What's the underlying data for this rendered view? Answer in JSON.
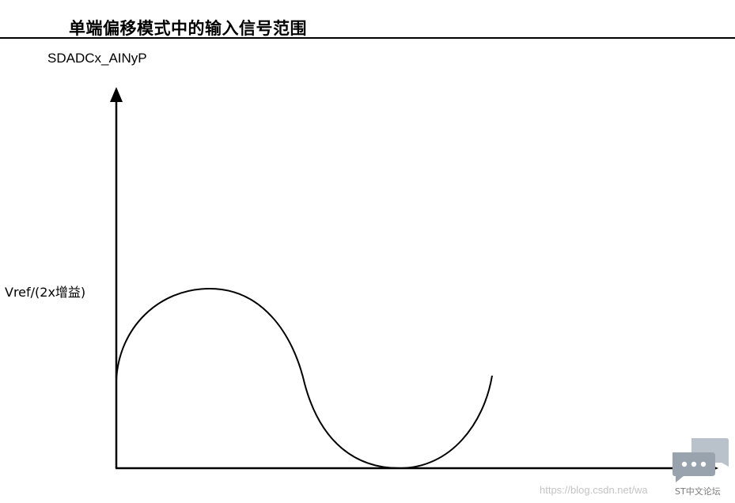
{
  "title": "单端偏移模式中的输入信号范围",
  "y_axis_label": "SDADCx_AINyP",
  "level_label": "Vref/(2x增益)",
  "watermark": {
    "url_text": "https://blog.csdn.net/wa",
    "brand_text": "ST中文论坛",
    "logo_icon": "chat-bubbles-icon",
    "logo_color": "#a9b3bd"
  },
  "colors": {
    "ink": "#000000",
    "watermark_text": "#c4c4c4"
  }
}
